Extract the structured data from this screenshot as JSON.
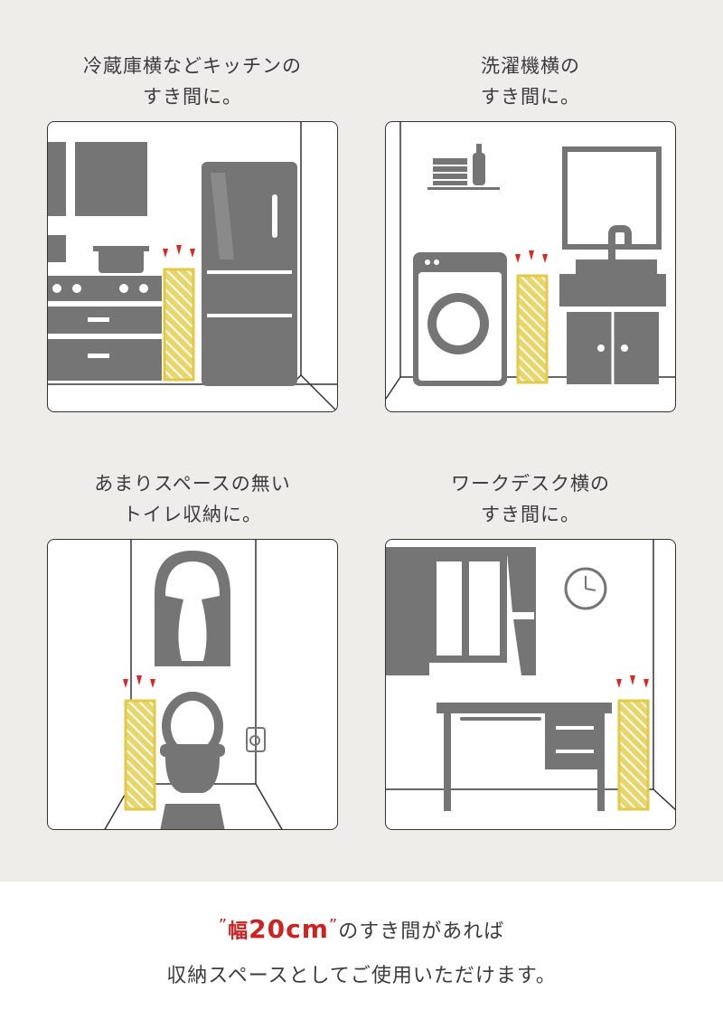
{
  "scenes": [
    {
      "line1": "冷蔵庫横などキッチンの",
      "line2": "すき間に。",
      "icon": "kitchen-scene"
    },
    {
      "line1": "洗濯機横の",
      "line2": "すき間に。",
      "icon": "laundry-scene"
    },
    {
      "line1": "あまりスペースの無い",
      "line2": "トイレ収納に。",
      "icon": "toilet-scene"
    },
    {
      "line1": "ワークデスク横の",
      "line2": "すき間に。",
      "icon": "desk-scene"
    }
  ],
  "footer": {
    "quote_open": "”",
    "highlight_kanji": "幅",
    "highlight_value": "20cm",
    "quote_close": "”",
    "line1_rest": "のすき間があれば",
    "line2": "収納スペースとしてご使用いただけます。"
  },
  "colors": {
    "background": "#efedea",
    "silhouette": "#757575",
    "product_fill": "#e9d66a",
    "accent_red": "#e0261f"
  }
}
